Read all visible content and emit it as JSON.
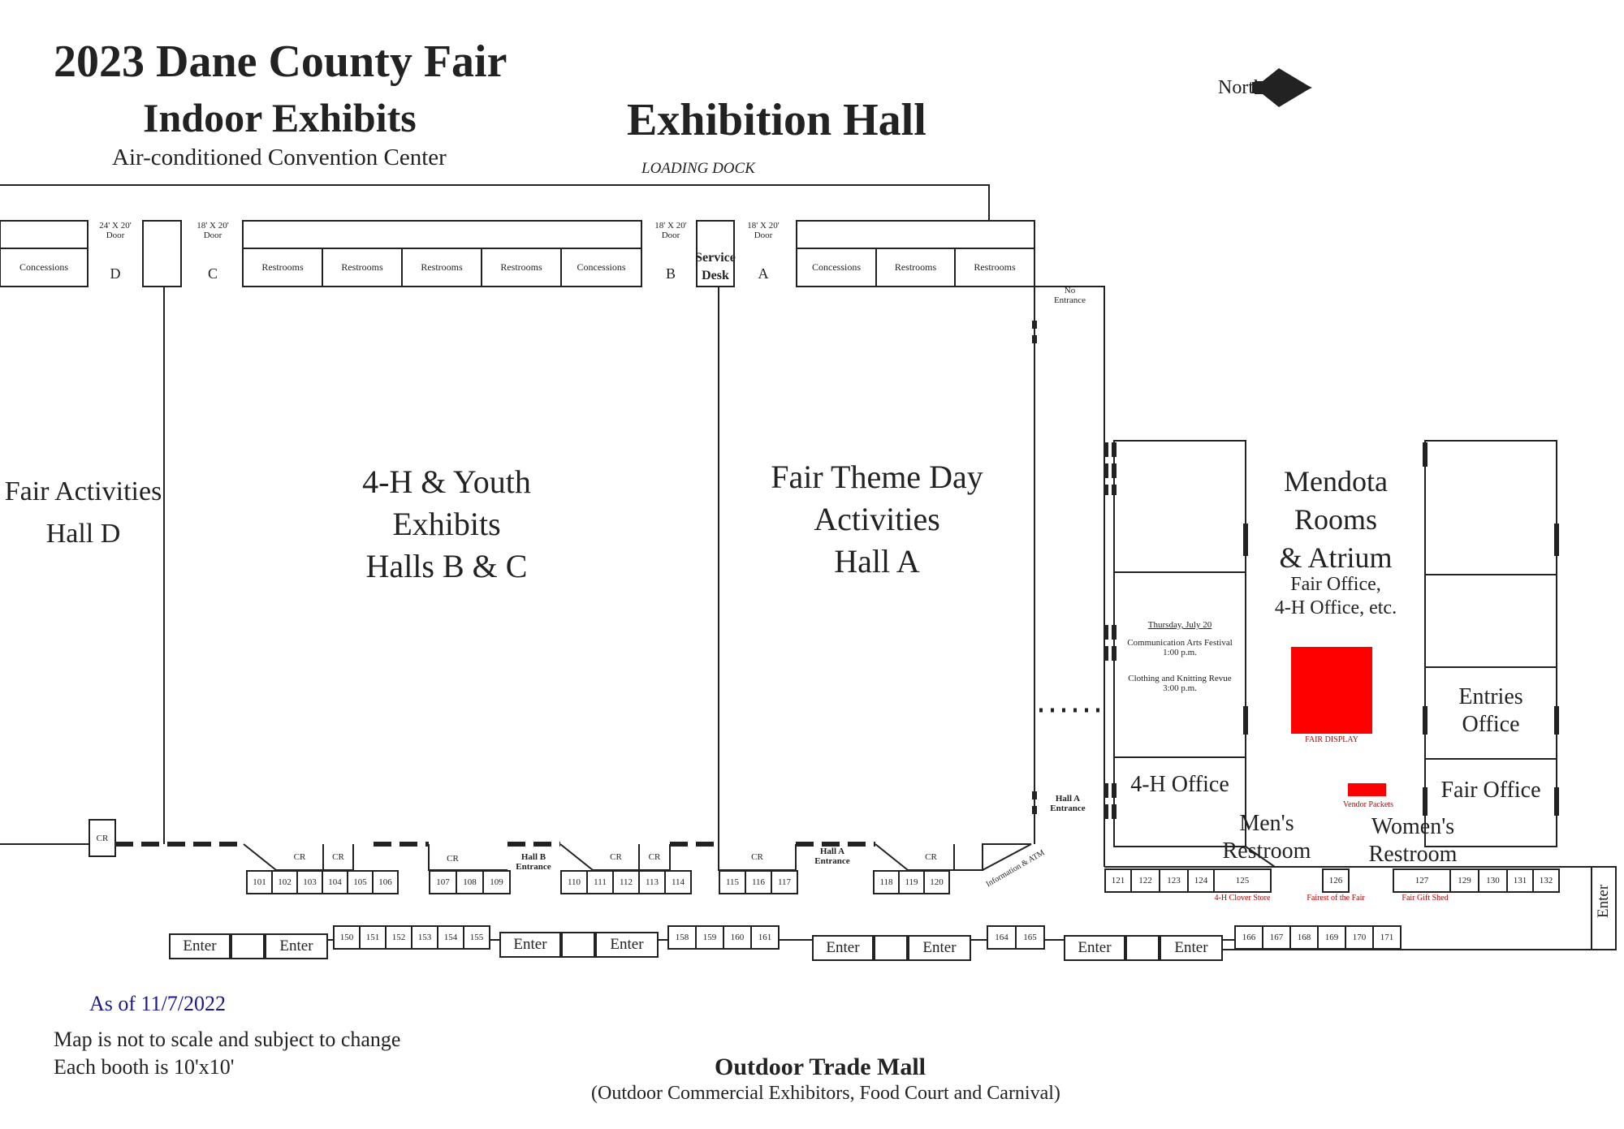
{
  "header": {
    "title": "2023 Dane County Fair",
    "subtitle": "Indoor Exhibits",
    "subtitle_note": "Air-conditioned Convention Center",
    "hall_title": "Exhibition Hall",
    "loading_dock": "LOADING DOCK",
    "north": "North"
  },
  "doors": {
    "d_size": "24' X 20'\nDoor",
    "d": "D",
    "c_size": "18' X 20'\nDoor",
    "c": "C",
    "b_size": "18' X 20'\nDoor",
    "b": "B",
    "a_size": "18' X 20'\nDoor",
    "a": "A",
    "service_desk": "Service\nDesk",
    "no_entrance": "No\nEntrance"
  },
  "top_rooms": {
    "left": [
      "Concessions"
    ],
    "middle": [
      "Restrooms",
      "Restrooms",
      "Restrooms",
      "Restrooms",
      "Concessions"
    ],
    "right": [
      "Concessions",
      "Restrooms",
      "Restrooms"
    ]
  },
  "halls": {
    "d": "Fair Activities\nHall D",
    "bc": "4-H & Youth\nExhibits\nHalls B & C",
    "a": "Fair Theme Day\nActivities\nHall A"
  },
  "mendota": {
    "title": "Mendota\nRooms\n& Atrium",
    "offices": "Fair Office,\n4-H Office, etc.",
    "event_date": "Thursday, July 20",
    "event1": "Communication Arts Festival\n1:00 p.m.",
    "event2": "Clothing and Knitting Revue\n3:00 p.m.",
    "h4_office": "4-H Office",
    "entries_office": "Entries\nOffice",
    "fair_office": "Fair Office",
    "mens": "Men's\nRestroom",
    "womens": "Women's\nRestroom",
    "fair_display": "FAIR DISPLAY",
    "vendor_packets": "Vendor Packets",
    "fair_display_color": "#ff0000"
  },
  "entrances": {
    "hall_a": "Hall A\nEntrance",
    "hall_a2": "Hall A\nEntrance",
    "hall_b": "Hall B\nEntrance",
    "info_atm": "Information & ATM",
    "cr": "CR"
  },
  "booths_row1": [
    "101",
    "102",
    "103",
    "104",
    "105",
    "106",
    "107",
    "108",
    "109",
    "110",
    "111",
    "112",
    "113",
    "114",
    "115",
    "116",
    "117",
    "118",
    "119",
    "120"
  ],
  "booths_row2": [
    "121",
    "122",
    "123",
    "124",
    "125",
    "126",
    "127",
    "129",
    "130",
    "131",
    "132"
  ],
  "booths_row3": [
    "150",
    "151",
    "152",
    "153",
    "154",
    "155",
    "158",
    "159",
    "160",
    "161",
    "164",
    "165",
    "166",
    "167",
    "168",
    "169",
    "170",
    "171"
  ],
  "booth_labels": {
    "clover_store": "4-H Clover Store",
    "fairest": "Fairest of the Fair",
    "gift_shed": "Fair Gift Shed"
  },
  "enter_label": "Enter",
  "footer": {
    "as_of": "As of 11/7/2022",
    "note1": "Map is not to scale and subject to change",
    "note2": "Each booth is 10'x10'",
    "mall_title": "Outdoor Trade Mall",
    "mall_sub": "(Outdoor Commercial Exhibitors, Food Court and Carnival)"
  },
  "colors": {
    "line": "#222222",
    "red": "#ff0000",
    "as_of": "#1a1a8c",
    "red_text": "#b00000"
  }
}
